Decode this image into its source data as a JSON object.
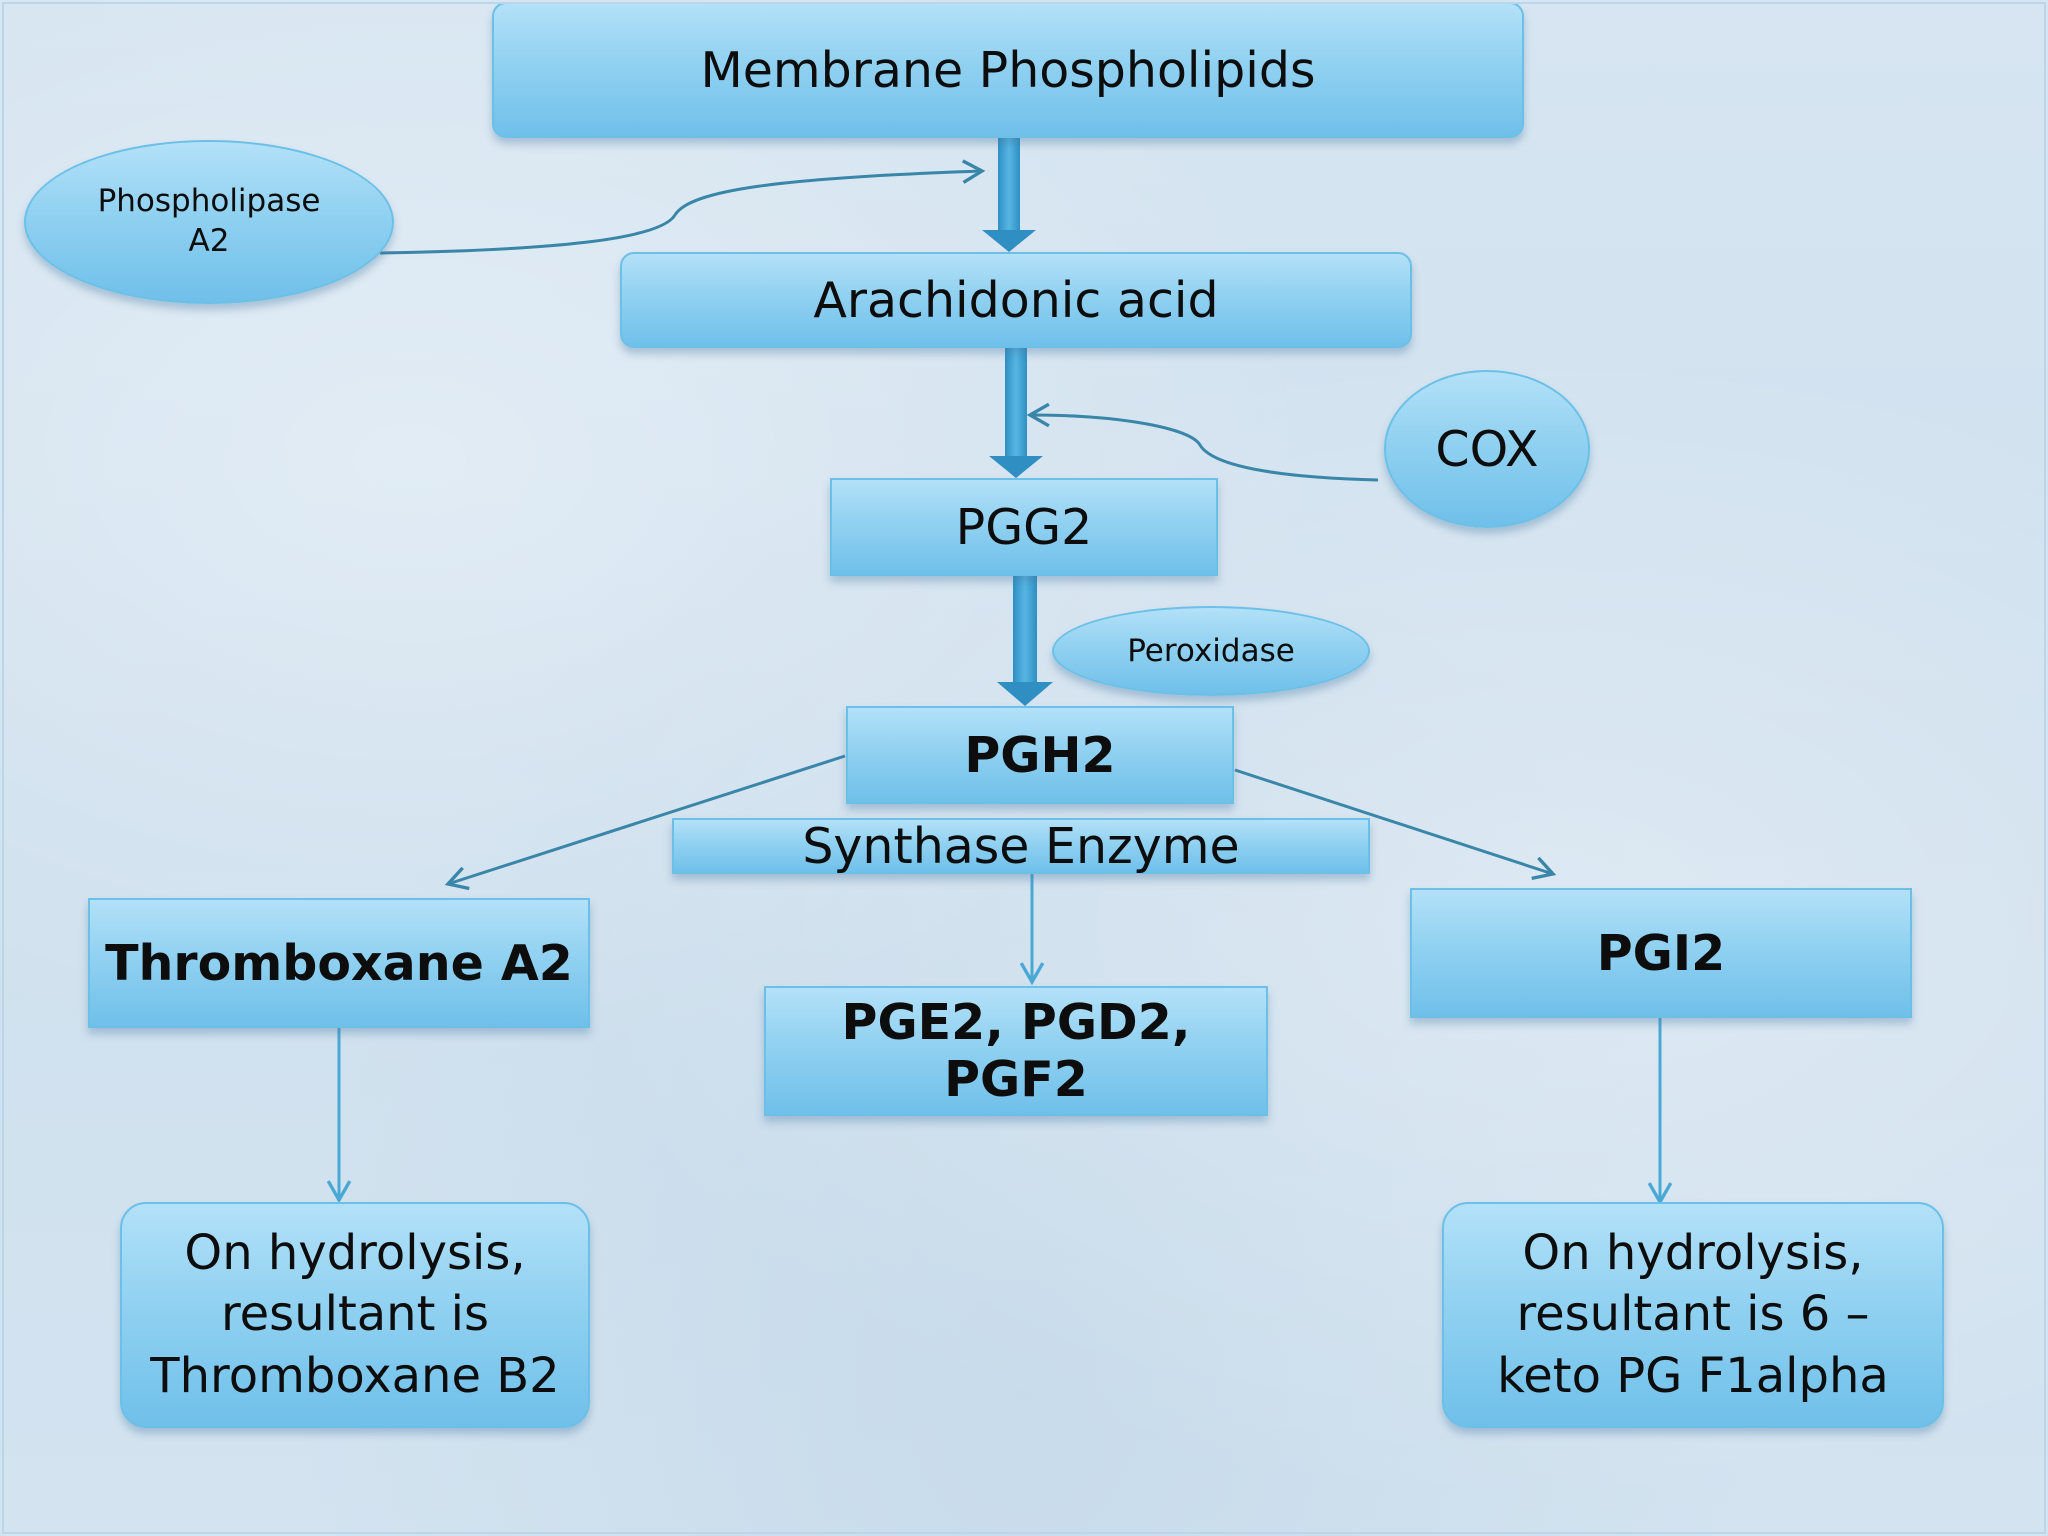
{
  "nodes": {
    "membrane": "Membrane Phospholipids",
    "phospholipase": "Phospholipase\nA2",
    "arachidonic": "Arachidonic acid",
    "cox": "COX",
    "pgg2": "PGG2",
    "peroxidase": "Peroxidase",
    "pgh2": "PGH2",
    "synthase": "Synthase Enzyme",
    "thromboxane_a2": "Thromboxane A2",
    "pge_group": "PGE2, PGD2, PGF2",
    "pgi2": "PGI2",
    "thromboxane_b2": "On hydrolysis,\nresultant is\nThromboxane B2",
    "keto_pg": "On hydrolysis,\nresultant is 6 –\nketo PG F1alpha"
  },
  "colors": {
    "box_top": "#b3e1f8",
    "box_bottom": "#6fc0ea",
    "border": "#6cc0e7",
    "arrow": "#3b98c6",
    "thin_arrow": "#4aa9d4",
    "curve": "#3a86a8"
  }
}
